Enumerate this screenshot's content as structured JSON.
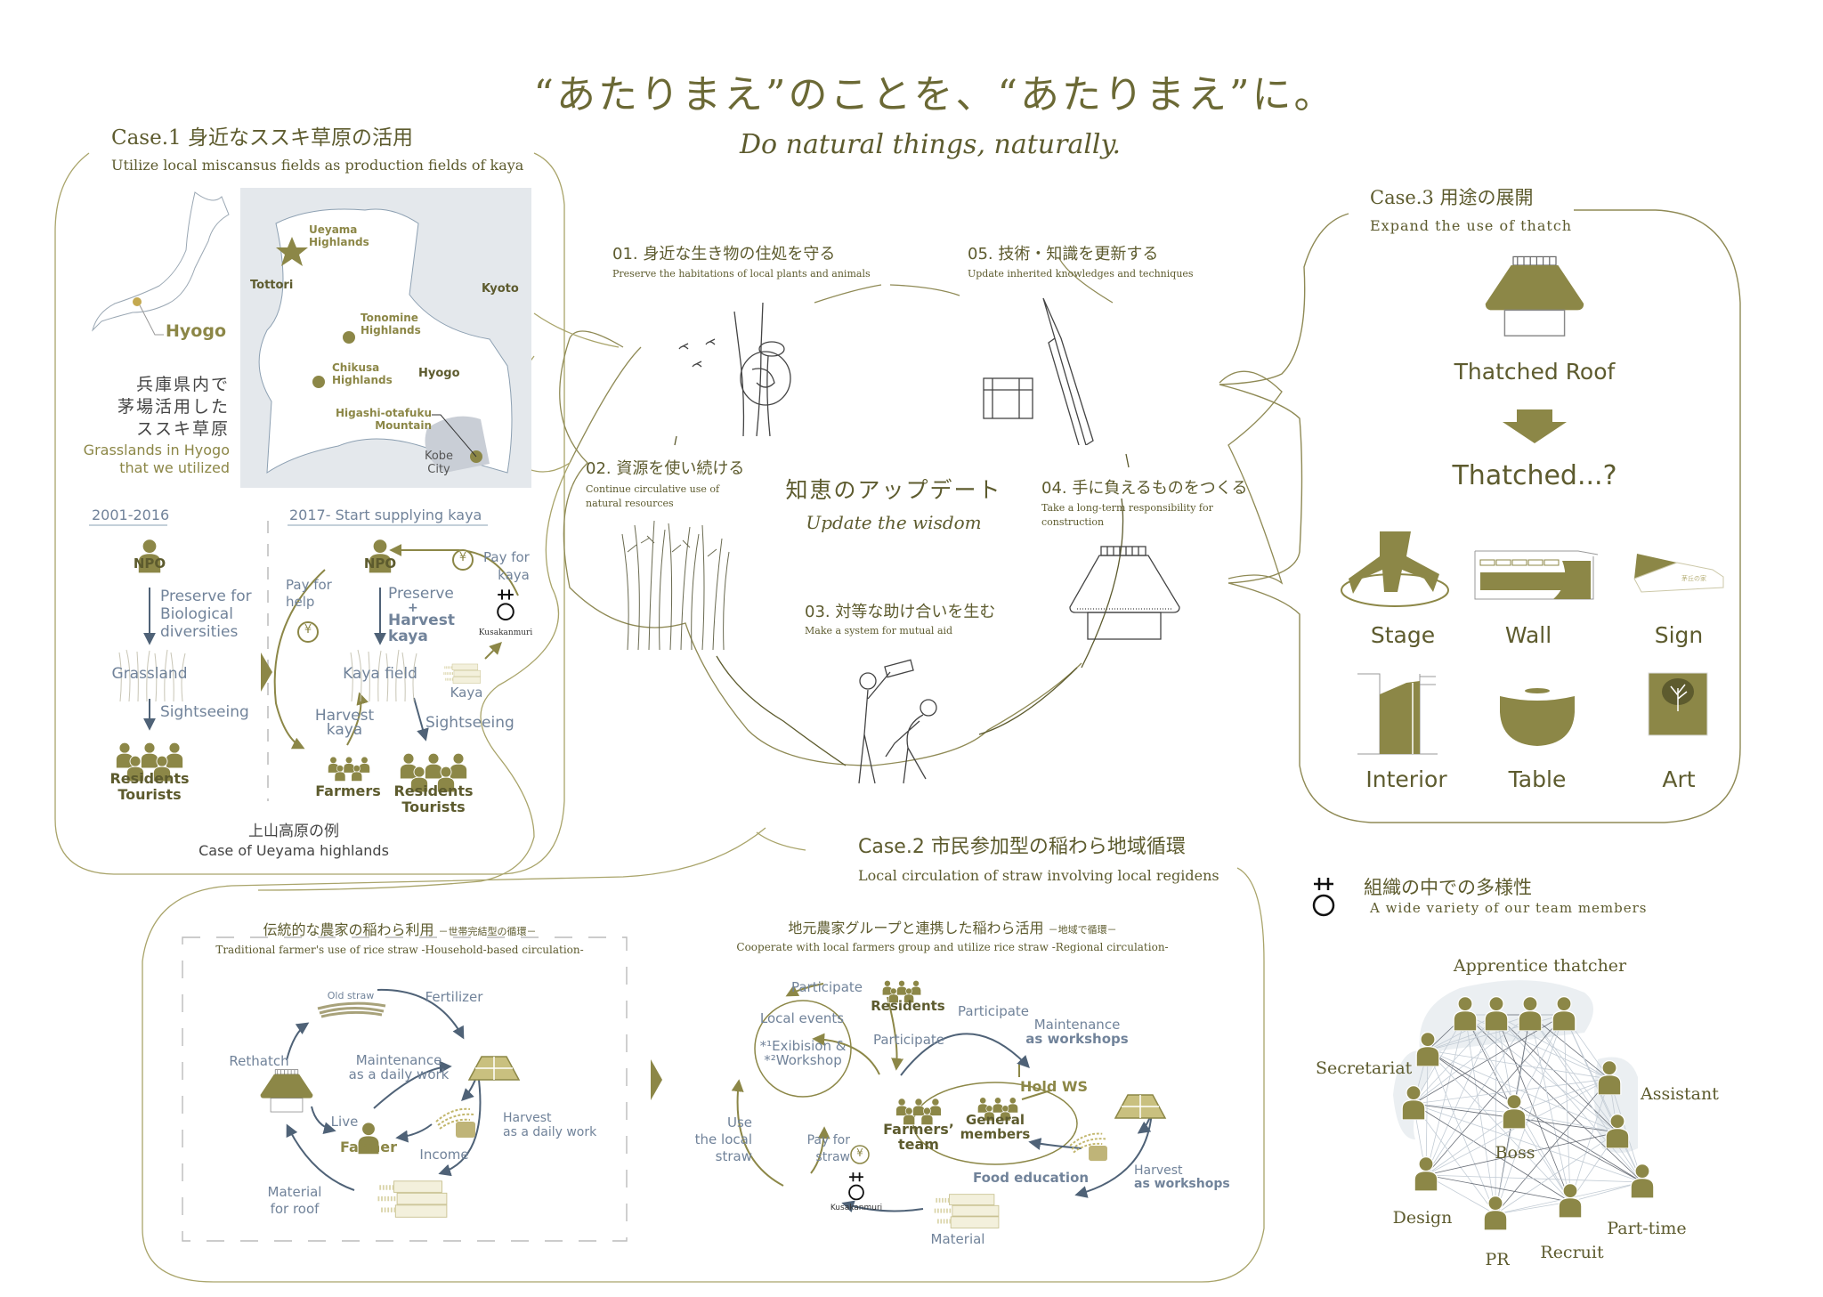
{
  "header": {
    "title_jp": "“あたりまえ”のことを、“あたりまえ”に。",
    "title_en": "Do natural things, naturally."
  },
  "colors": {
    "olive": "#8c8747",
    "text": "#5d5b2e",
    "blue": "#71839a",
    "map_gray": "#e4e8ec"
  },
  "case1": {
    "title": "Case.1 身近なススキ草原の活用",
    "subtitle": "Utilize local miscansus fields as production fields of kaya",
    "map": {
      "hyogo_pref": "Hyogo",
      "tottori": "Tottori",
      "kyoto": "Kyoto",
      "hyogo": "Hyogo",
      "ueyama": [
        "Ueyama",
        "Highlands"
      ],
      "tonomine": [
        "Tonomine",
        "Highlands"
      ],
      "chikusa": [
        "Chikusa",
        "Highlands"
      ],
      "higashi": [
        "Higashi-otafuku",
        "Mountain"
      ],
      "kobe": [
        "Kobe",
        "City"
      ]
    },
    "caption_jp": [
      "兵庫県内で",
      "茅場活用した",
      "ススキ草原"
    ],
    "caption_en": [
      "Grasslands in Hyogo",
      "that we utilized"
    ],
    "before": {
      "period": "2001-2016",
      "npo": "NPO",
      "preserve": [
        "Preserve for",
        "Biological",
        "diversities"
      ],
      "grassland": "Grassland",
      "sightseeing": "Sightseeing",
      "people": [
        "Residents",
        "Tourists"
      ]
    },
    "after": {
      "period": "2017- Start supplying kaya",
      "npo": "NPO",
      "preserve": "Preserve",
      "plus": "+",
      "harvest": [
        "Harvest",
        "kaya"
      ],
      "pay_kaya": [
        "Pay for",
        "kaya"
      ],
      "pay_help": [
        "Pay for",
        "help"
      ],
      "yen": "¥",
      "kusakanmuri": "Kusakanmuri",
      "kaya_field": "Kaya field",
      "kaya": "Kaya",
      "harvest_kaya": [
        "Harvest",
        "kaya"
      ],
      "sightseeing": "Sightseeing",
      "farmers": "Farmers",
      "people": [
        "Residents",
        "Tourists"
      ]
    },
    "footer_jp": "上山高原の例",
    "footer_en": "Case of Ueyama highlands"
  },
  "center": {
    "title_jp": "知恵のアップデート",
    "title_en": "Update the wisdom",
    "items": [
      {
        "jp": "01. 身近な生き物の住処を守る",
        "en": [
          "Preserve the habitations of local plants and animals"
        ]
      },
      {
        "jp": "02. 資源を使い続ける",
        "en": [
          "Continue circulative use of",
          "natural resources"
        ]
      },
      {
        "jp": "03. 対等な助け合いを生む",
        "en": [
          "Make a system for mutual aid"
        ]
      },
      {
        "jp": "04. 手に負えるものをつくる",
        "en": [
          "Take a long-term responsibility for",
          "construction"
        ]
      },
      {
        "jp": "05. 技術・知識を更新する",
        "en": [
          "Update inherited knowledges and techniques"
        ]
      }
    ]
  },
  "case3": {
    "title": "Case.3  用途の展開",
    "subtitle": "Expand the use of thatch",
    "roof": "Thatched Roof",
    "question": "Thatched...?",
    "uses": [
      "Stage",
      "Wall",
      "Sign",
      "Interior",
      "Table",
      "Art"
    ],
    "sign_text": "茅丘の家"
  },
  "case2": {
    "title": "Case.2 市民参加型の稲わら地域循環",
    "subtitle": "Local circulation of straw involving local regidens",
    "traditional": {
      "title_jp": "伝統的な農家の稲わら利用",
      "title_jp_sub": "－世帯完結型の循環－",
      "title_en": "Traditional farmer's use of rice straw -Household-based circulation-",
      "old_straw": "Old straw",
      "fertilizer": "Fertilizer",
      "rethatch": "Rethatch",
      "maintenance": [
        "Maintenance",
        "as a daily work"
      ],
      "live": "Live",
      "farmer": "Farmer",
      "income": "Income",
      "harvest": [
        "Harvest",
        "as a daily work"
      ],
      "material": [
        "Material",
        "for roof"
      ]
    },
    "regional": {
      "title_jp": "地元農家グループと連携した稲わら活用",
      "title_jp_sub": "－地域で循環－",
      "title_en": "Cooperate with local farmers group and utilize rice straw -Regional circulation-",
      "participate_1": "Participate",
      "residents": "Residents",
      "participate_2": "Participate",
      "local_events": "Local events",
      "events": [
        "*¹Exibision &",
        "*²Workshop"
      ],
      "participate_3": "Participate",
      "maintenance": "Maintenance",
      "maintenance_bold": "as workshops",
      "hold_ws": "Hold WS",
      "general": [
        "General",
        "members"
      ],
      "farmers_team": [
        "Farmers’",
        "team"
      ],
      "use_straw": [
        "Use",
        "the local",
        "straw"
      ],
      "pay_straw": [
        "Pay for",
        "straw"
      ],
      "yen": "¥",
      "food_education": "Food education",
      "harvest": "Harvest",
      "harvest_bold": "as workshops",
      "kusakanmuri": "Kusakanmuri",
      "material": "Material"
    }
  },
  "team": {
    "title_jp": "組織の中での多様性",
    "subtitle": "A wide variety of our team members",
    "roles": {
      "apprentice": "Apprentice thatcher",
      "secretariat": "Secretariat",
      "assistant": "Assistant",
      "boss": "Boss",
      "design": "Design",
      "pr": "PR",
      "recruit": "Recruit",
      "parttime": "Part-time"
    }
  }
}
